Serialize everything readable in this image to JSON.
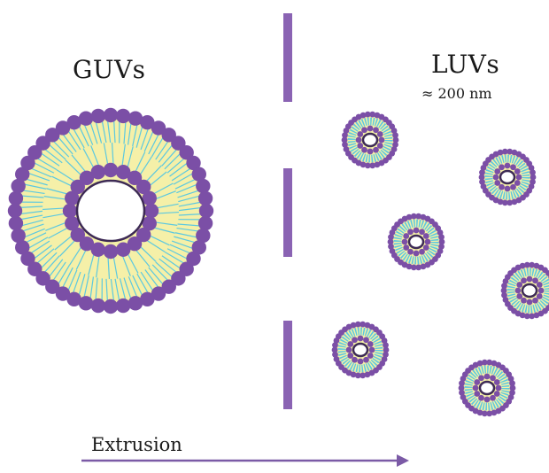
{
  "labels": {
    "giant_vesicles": "GUVs",
    "large_vesicles": "LUVs",
    "vesicle_size": "≈ 200 nm",
    "process": "Extrusion"
  },
  "colors": {
    "lipid_head": "#7b4fa6",
    "lipid_tail": "#5cc8e0",
    "bilayer_fill": "#f5f0a8",
    "membrane_filter": "#8a63b3",
    "arrow": "#7b5aa6",
    "lumen": "#ffffff",
    "text": "#1a1a1a"
  },
  "small_vesicle_count": 6
}
